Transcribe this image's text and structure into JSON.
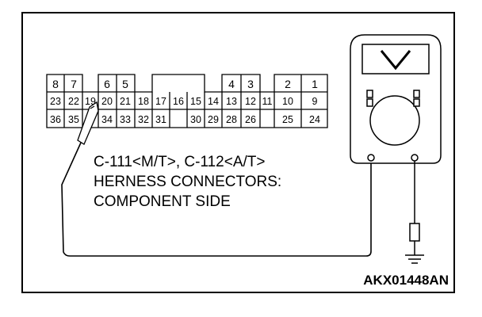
{
  "connector": {
    "row1": [
      "8",
      "7",
      "6",
      "5",
      "4",
      "3",
      "2",
      "1"
    ],
    "row2": [
      "23",
      "22",
      "19",
      "20",
      "21",
      "18",
      "17",
      "16",
      "15",
      "14",
      "13",
      "12",
      "11",
      "10",
      "9"
    ],
    "row3": [
      "36",
      "35",
      "34",
      "33",
      "32",
      "31",
      "30",
      "29",
      "28",
      "26",
      "25",
      "24"
    ]
  },
  "caption": {
    "line1": "C-111<M/T>, C-112<A/T>",
    "line2": "HERNESS CONNECTORS:",
    "line3": "COMPONENT SIDE"
  },
  "reference_code": "AKX01448AN",
  "icons": {
    "meter": "voltmeter-icon",
    "ground": "ground-icon",
    "probe": "probe-icon"
  }
}
